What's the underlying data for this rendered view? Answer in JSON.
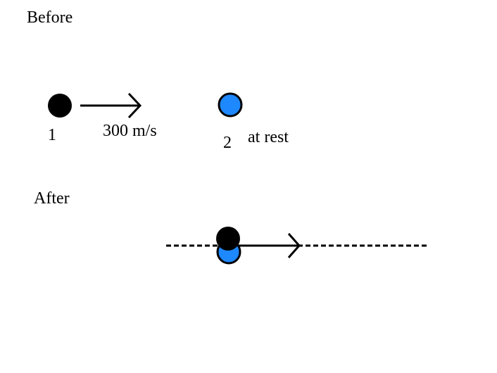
{
  "before": {
    "title": "Before",
    "ball_1": {
      "number": "1",
      "color": "#000000"
    },
    "velocity": {
      "label": "300 m/s"
    },
    "ball_2": {
      "number": "2",
      "status": "at rest",
      "color": "#1E88FF"
    }
  },
  "after": {
    "title": "After",
    "combined": {
      "top_color": "#000000",
      "bottom_color": "#1E88FF"
    }
  }
}
